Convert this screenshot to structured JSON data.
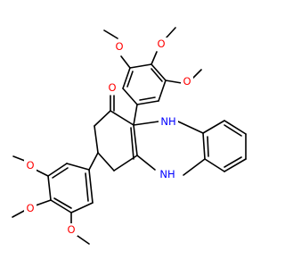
{
  "colors": {
    "background": "#ffffff",
    "bond": "#000000",
    "oxygen": "#ff0000",
    "nitrogen": "#0000ff"
  },
  "atoms": {
    "carbonyl_o": "O",
    "nh_upper": "NH",
    "nh_lower": "NH",
    "top_ring_o1": "O",
    "top_ring_o2": "O",
    "top_ring_o3": "O",
    "left_ring_o1": "O",
    "left_ring_o2": "O",
    "left_ring_o3": "O"
  }
}
